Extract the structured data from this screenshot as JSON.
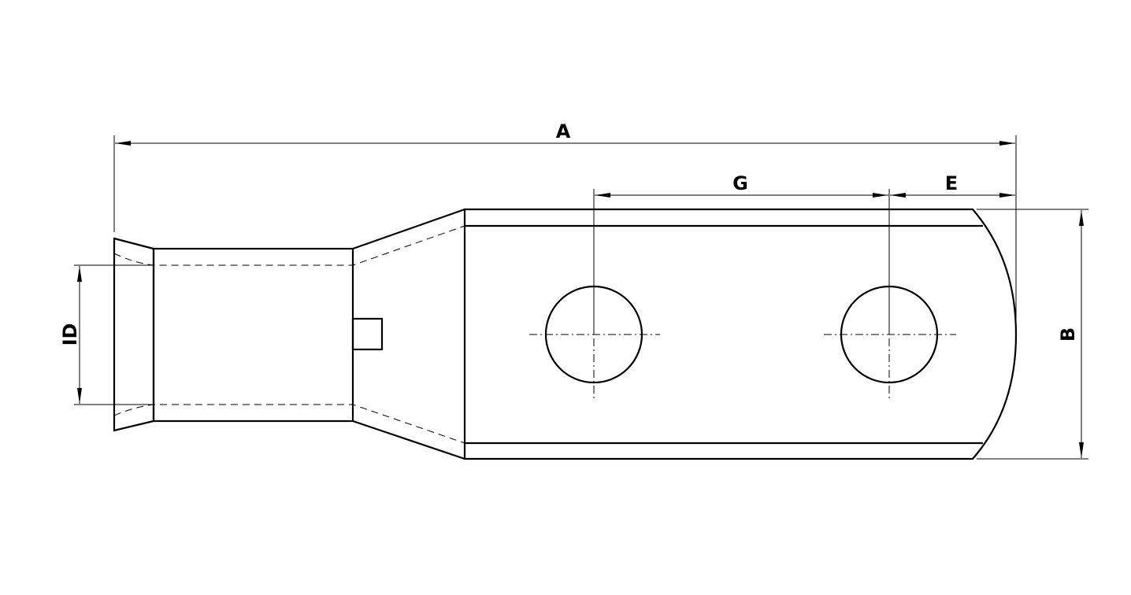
{
  "diagram": {
    "dimensions": {
      "A": "A",
      "G": "G",
      "E": "E",
      "B": "B",
      "ID": "ID"
    },
    "colors": {
      "line": "#000000",
      "background": "#ffffff"
    }
  }
}
